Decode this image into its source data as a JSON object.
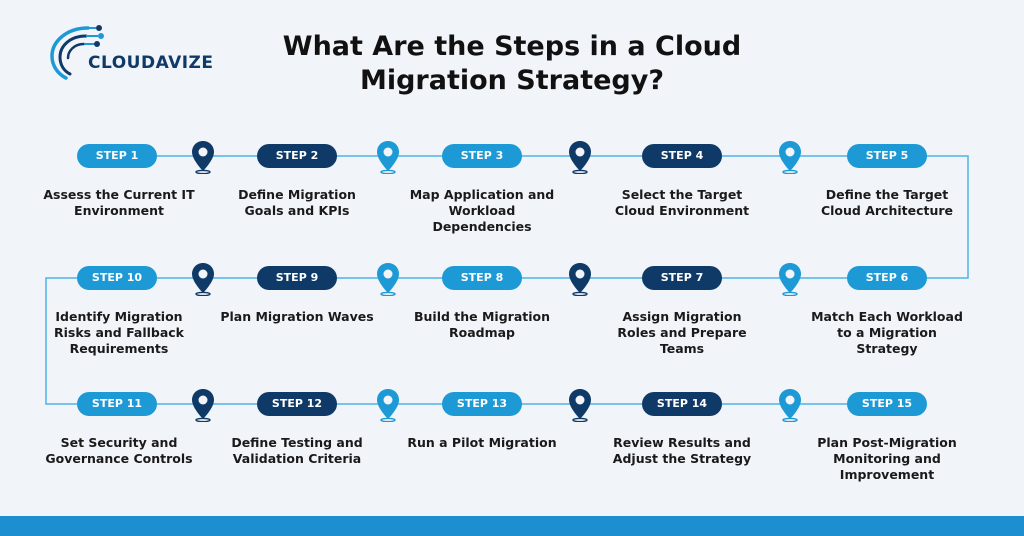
{
  "brand": {
    "logo_text": "CLOUDAVIZE",
    "color_dark": "#0f3a68",
    "color_light": "#1d9ad6"
  },
  "title": {
    "line1": "What Are the Steps in a Cloud",
    "line2": "Migration Strategy?"
  },
  "steps": [
    {
      "label": "STEP 1",
      "text": "Assess the Current IT Environment"
    },
    {
      "label": "STEP 2",
      "text": "Define Migration Goals and KPIs"
    },
    {
      "label": "STEP 3",
      "text": "Map Application and Workload Dependencies"
    },
    {
      "label": "STEP 4",
      "text": "Select the Target Cloud Environment"
    },
    {
      "label": "STEP 5",
      "text": "Define the Target Cloud Architecture"
    },
    {
      "label": "STEP 6",
      "text": "Match Each Workload to a Migration Strategy"
    },
    {
      "label": "STEP 7",
      "text": "Assign Migration Roles and Prepare Teams"
    },
    {
      "label": "STEP 8",
      "text": "Build the Migration Roadmap"
    },
    {
      "label": "STEP 9",
      "text": "Plan Migration Waves"
    },
    {
      "label": "STEP 10",
      "text": "Identify Migration Risks and Fallback Requirements"
    },
    {
      "label": "STEP 11",
      "text": "Set Security and Governance Controls"
    },
    {
      "label": "STEP 12",
      "text": "Define Testing and Validation Criteria"
    },
    {
      "label": "STEP 13",
      "text": "Run a Pilot Migration"
    },
    {
      "label": "STEP 14",
      "text": "Review Results and Adjust the Strategy"
    },
    {
      "label": "STEP 15",
      "text": "Plan Post-Migration Monitoring and Improvement"
    }
  ]
}
